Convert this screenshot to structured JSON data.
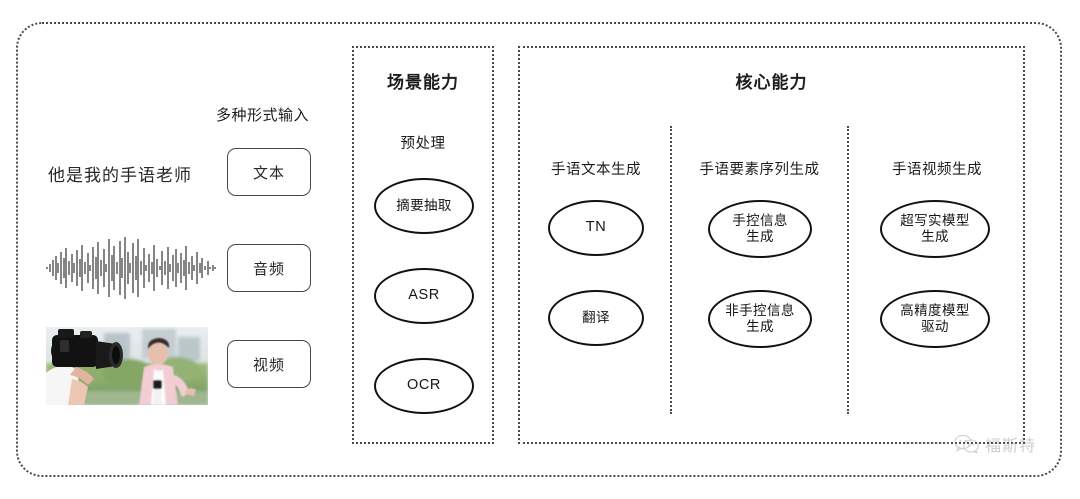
{
  "figure": {
    "outer_border_style": "dotted",
    "background": "#ffffff"
  },
  "input_section": {
    "header": "多种形式输入",
    "sample_sentence": "他是我的手语老师",
    "modalities": [
      {
        "label": "文本",
        "media": "text"
      },
      {
        "label": "音频",
        "media": "waveform"
      },
      {
        "label": "视频",
        "media": "video-thumbnail"
      }
    ]
  },
  "scene_panel": {
    "title": "场景能力",
    "groups": [
      {
        "heading": "预处理",
        "nodes": [
          "摘要抽取",
          "ASR",
          "OCR"
        ]
      }
    ]
  },
  "core_panel": {
    "title": "核心能力",
    "groups": [
      {
        "heading": "手语文本生成",
        "nodes": [
          "TN",
          "翻译"
        ]
      },
      {
        "heading": "手语要素序列生成",
        "nodes": [
          "手控信息\n生成",
          "非手控信息\n生成"
        ]
      },
      {
        "heading": "手语视频生成",
        "nodes": [
          "超写实模型\n生成",
          "高精度模型\n驱动"
        ]
      }
    ]
  },
  "watermark": {
    "text": "福斯特",
    "icon": "wechat-icon"
  },
  "colors": {
    "border": "#4a4a4a",
    "node_stroke": "#111111",
    "text": "#1d1d1d",
    "watermark": "#8e8e8e"
  }
}
